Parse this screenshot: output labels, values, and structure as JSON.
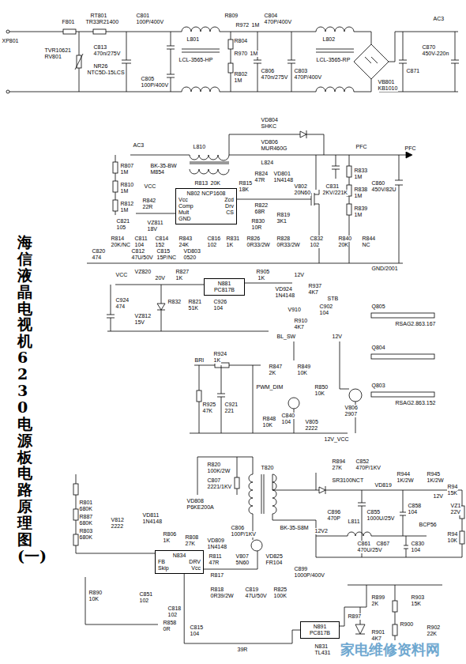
{
  "diagram": {
    "title": "海信液晶电视机 6230 电源板电路原理图(一)",
    "nodes": [
      {
        "text": [
          "N802 NCP1608",
          "Vcc",
          "Zcd",
          "Comp",
          "Drv",
          "Mult",
          "CS",
          "GND"
        ]
      },
      {
        "text": [
          "N881",
          "PC817B"
        ]
      },
      {
        "text": [
          "N834",
          "FB",
          "DRV",
          "Skip",
          "Vcc"
        ]
      },
      {
        "text": [
          "N891",
          "PC817B"
        ]
      }
    ],
    "edges": [
      {
        "from": 3,
        "to": 2,
        "arrow": "none"
      }
    ],
    "labels": [
      "XP801",
      "F801",
      "RT801",
      "TR33R21400",
      "C801",
      "100P/400V",
      "TVR10621",
      "RV801",
      "C813",
      "470n/275V",
      "NR26",
      "NTC5D-15LCS",
      "C805",
      "100P/400V",
      "L801",
      "LCL-3565-HP",
      "R809",
      "R972",
      "1M",
      "R804",
      "R970",
      "1M",
      "R802",
      "1M",
      "C804",
      "470P/400V",
      "C806",
      "470n/275V",
      "C803",
      "470P/400V",
      "L802",
      "LCL-3565-RP",
      "VB801",
      "KB1010",
      "C871",
      "C870",
      "450V-220n",
      "AC3",
      "VD804",
      "SHKC",
      "VD806",
      "MUR460G",
      "AC3",
      "L810",
      "BK-35-BW",
      "M854",
      "L824",
      "PFC",
      "PFC",
      "R807",
      "1M",
      "R810",
      "1M",
      "R812",
      "1M",
      "VCC",
      "R842",
      "22R",
      "R813",
      "20K",
      "R815",
      "18K",
      "R824",
      "47R",
      "VD801",
      "1N4148",
      "V802",
      "20N60",
      "R822",
      "68R",
      "C831",
      "2KV/221K",
      "R819",
      "3K1",
      "R830",
      "10R",
      "R833",
      "1M",
      "R838",
      "1M",
      "R839",
      "1M",
      "C860",
      "450V/82U",
      "C821",
      "105",
      "R814",
      "20K/NC",
      "C820",
      "474",
      "C811",
      "104",
      "C812",
      "47U/50V",
      "C814",
      "152",
      "C815",
      "15P/NC",
      "VZ811",
      "18V",
      "R843",
      "24K",
      "VD803",
      "0520",
      "C816",
      "102",
      "R831",
      "1K",
      "R826",
      "0R33/2W",
      "R828",
      "0R33/2W",
      "C832",
      "102",
      "R840",
      "20K",
      "R844",
      "NC",
      "VCC",
      "VZ820",
      "20V",
      "R827",
      "1K",
      "R905",
      "1K",
      "12V",
      "VD924",
      "1N4148",
      "R937",
      "4K7",
      "STB",
      "C924",
      "474",
      "R832",
      "R821",
      "51K",
      "C926",
      "104",
      "VZ812",
      "15V",
      "V910",
      "C902",
      "104",
      "R910",
      "4K7",
      "GND/2001",
      "Q805",
      "RSAG2.863.167",
      "Q804",
      "Q803",
      "RSAG2.863.152",
      "BL_SW",
      "12V",
      "BRI",
      "R924",
      "1K",
      "PWM_DIM",
      "R925",
      "47K",
      "C921",
      "221",
      "R847",
      "2K",
      "R849",
      "10K",
      "R850",
      "10K",
      "V806",
      "2907",
      "V805",
      "2222",
      "R848",
      "10K",
      "C840",
      "104",
      "12V_VCC",
      "R820",
      "100K/2W",
      "C807",
      "2221/1KV",
      "VD808",
      "P6KE200A",
      "T820",
      "BK-35-S8M",
      "R894",
      "27K",
      "C852",
      "470P/1KV",
      "VD819",
      "SR3100NCT",
      "R944",
      "1K/2W",
      "R945",
      "1K/2W",
      "12V",
      "C855",
      "1000U/25V",
      "C858",
      "104",
      "R94",
      "15K",
      "VZ1",
      "22V",
      "BCP56",
      "R94",
      "10K",
      "12V2",
      "L811",
      "C896",
      "470P",
      "C861",
      "C867",
      "470U/25V",
      "C830",
      "104",
      "R801",
      "680K",
      "R887",
      "680K",
      "R803",
      "680K",
      "V812",
      "2222",
      "VD811",
      "1N4148",
      "R806",
      "1K",
      "R808",
      "27K",
      "VD809",
      "1N4148",
      "C806",
      "100P/1KV",
      "R811",
      "47R",
      "V807",
      "5N60",
      "VD825",
      "FR104",
      "C899",
      "1000P/400V",
      "R817",
      "R818",
      "0R39/2W",
      "C819",
      "47U/50V",
      "R825",
      "100K",
      "R890",
      "10K",
      "C851",
      "102",
      "C818",
      "102",
      "R858",
      "0R",
      "C815",
      "104",
      "39R",
      "R897",
      "R899",
      "2K",
      "R903",
      "15K",
      "R900",
      "R902",
      "22K",
      "R901",
      "4K7",
      "N831",
      "TL431",
      "家电维修资料网"
    ]
  }
}
